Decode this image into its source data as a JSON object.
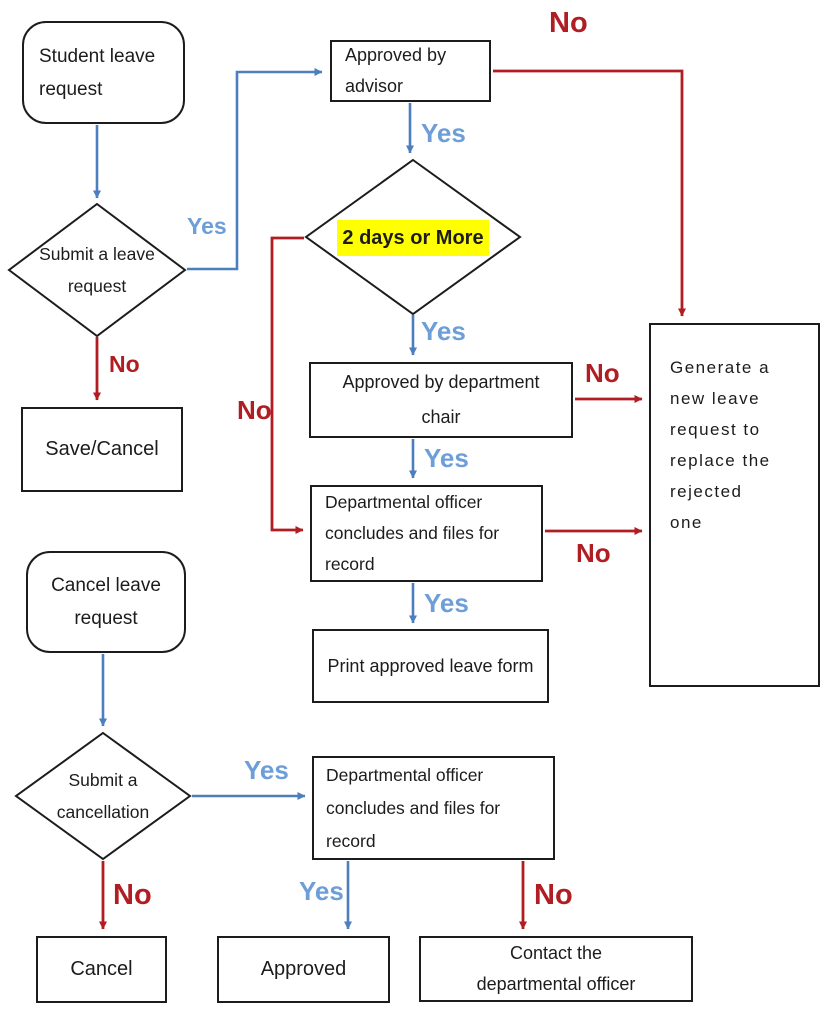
{
  "diagram": {
    "type": "flowchart",
    "subject": "Student leave request approval process",
    "colors": {
      "box_border": "#1c1c1c",
      "blue_arrow": "#4d7ebd",
      "yes_label": "#6d9ed8",
      "red_arrow": "#b01e23",
      "no_label": "#b01e23",
      "highlight": "#ffff00",
      "background": "#ffffff"
    },
    "nodes": {
      "student_leave_request": {
        "shape": "rounded",
        "lines": [
          "Student leave",
          "request"
        ]
      },
      "submit_leave_request": {
        "shape": "diamond",
        "lines": [
          "Submit a leave",
          "request"
        ]
      },
      "approved_by_advisor": {
        "shape": "rect",
        "lines": [
          "Approved by",
          "advisor"
        ]
      },
      "save_cancel": {
        "shape": "rect",
        "lines": [
          "Save/Cancel"
        ]
      },
      "two_days_or_more": {
        "shape": "diamond",
        "highlighted": true,
        "lines": [
          "2 days or More"
        ]
      },
      "approved_by_department_chair": {
        "shape": "rect",
        "lines": [
          "Approved by department",
          "chair"
        ]
      },
      "departmental_officer_1": {
        "shape": "rect",
        "lines": [
          "Departmental officer",
          "concludes and files for",
          "record"
        ]
      },
      "print_approved_leave_form": {
        "shape": "rect",
        "lines": [
          "Print approved leave form"
        ]
      },
      "generate_new_request": {
        "shape": "rect",
        "lines": [
          "Generate a",
          "new leave",
          "request to",
          "replace the",
          "rejected",
          "one"
        ]
      },
      "cancel_leave_request": {
        "shape": "rounded",
        "lines": [
          "Cancel leave",
          "request"
        ]
      },
      "submit_a_cancellation": {
        "shape": "diamond",
        "lines": [
          "Submit a",
          "cancellation"
        ]
      },
      "cancel": {
        "shape": "rect",
        "lines": [
          "Cancel"
        ]
      },
      "departmental_officer_2": {
        "shape": "rect",
        "lines": [
          "Departmental officer",
          "concludes and files for",
          "record"
        ]
      },
      "approved": {
        "shape": "rect",
        "lines": [
          "Approved"
        ]
      },
      "contact_departmental_officer": {
        "shape": "rect",
        "lines": [
          "Contact the",
          "departmental officer"
        ]
      }
    },
    "edge_labels": {
      "submit_leave_yes": "Yes",
      "submit_leave_no": "No",
      "advisor_no": "No",
      "advisor_yes": "Yes",
      "two_days_yes": "Yes",
      "two_days_no": "No",
      "chair_no": "No",
      "chair_yes": "Yes",
      "dept1_no": "No",
      "dept1_yes": "Yes",
      "cancellation_yes": "Yes",
      "cancellation_no": "No",
      "dept2_yes": "Yes",
      "dept2_no": "No"
    }
  }
}
